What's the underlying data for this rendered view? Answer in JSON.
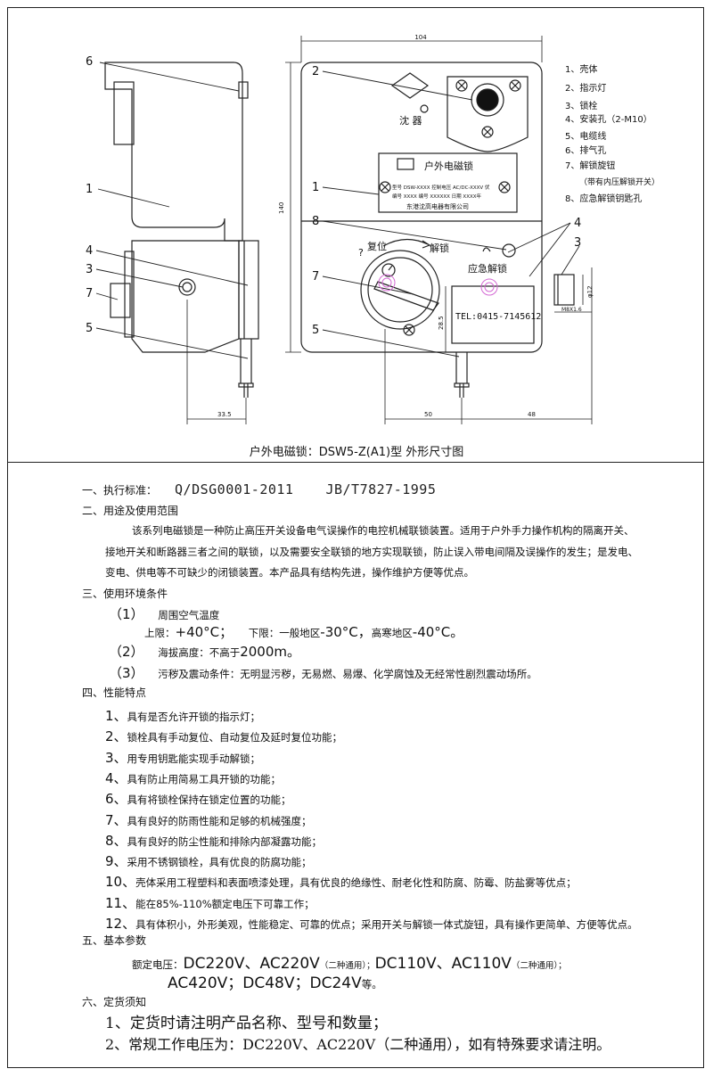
{
  "drawing": {
    "caption": "户外电磁锁：DSW5-Z(A1)型 外形尺寸图",
    "dims": {
      "top_width": "104",
      "height": "140",
      "side_offset": "33.5",
      "bottom_a": "50",
      "bottom_b": "48",
      "small_h": "28.5",
      "phi12": "φ12",
      "thread": "M8X1.6"
    },
    "callouts": [
      "6",
      "2",
      "1",
      "4",
      "3",
      "7",
      "5",
      "1",
      "8",
      "7",
      "5",
      "4",
      "3"
    ],
    "logo_text": "沈  器",
    "nameplate": {
      "title": "户外电磁锁",
      "row1": "型号 DSW-XXXX 控制电压 AC/DC-XXXV 伏",
      "row2": "编号 XXXX 编号 XXXXXX 日期 XXXX年",
      "company": "东港沈高电器有限公司"
    },
    "dial": {
      "reset": "复位",
      "unlock": "解锁",
      "q": "?"
    },
    "emergency": "应急解锁",
    "tel": "TEL:0415-7145612",
    "legend": [
      "1、壳体",
      "2、指示灯",
      "3、锁栓",
      "4、安装孔（2-M10）",
      "5、电缆线",
      "6、排气孔",
      "7、解锁旋钮",
      "（带有内压解锁开关）",
      "8、应急解锁钥匙孔"
    ]
  },
  "spec": {
    "s1_label": "一、执行标准：",
    "s1_std1": "Q/DSG0001-2011",
    "s1_std2": "JB/T7827-1995",
    "s2_label": "二、用途及使用范围",
    "s2_line1": "该系列电磁锁是一种防止高压开关设备电气误操作的电控机械联锁装置。适用于户外手力操作机构的隔离开关、",
    "s2_line2": "接地开关和断路器三者之间的联锁，以及需要安全联锁的地方实现联锁，防止误入带电间隔及误操作的发生；是发电、",
    "s2_line3": "变电、供电等不可缺少的闭锁装置。本产品具有结构先进，操作维护方便等优点。",
    "s3_label": "三、使用环境条件",
    "s3_i1_num": "（1）",
    "s3_i1": "周围空气温度",
    "s3_upper_a": "上限：",
    "s3_upper_b": "+40°C；",
    "s3_lower_a": "下限：一般地区",
    "s3_lower_b": "-30°C，",
    "s3_lower_c": "高寒地区",
    "s3_lower_d": "-40°C。",
    "s3_i2_num": "（2）",
    "s3_i2_a": "海拔高度：不高于",
    "s3_i2_b": "2000m。",
    "s3_i3_num": "（3）",
    "s3_i3": "污秽及震动条件：无明显污秽，无易燃、易爆、化学腐蚀及无经常性剧烈震动场所。",
    "s4_label": "四、性能特点",
    "features": [
      {
        "n": "1、",
        "t": "具有是否允许开锁的指示灯；"
      },
      {
        "n": "2、",
        "t": "锁栓具有手动复位、自动复位及延时复位功能；"
      },
      {
        "n": "3、",
        "t": "用专用钥匙能实现手动解锁；"
      },
      {
        "n": "4、",
        "t": "具有防止用简易工具开锁的功能；"
      },
      {
        "n": "6、",
        "t": "具有将锁栓保持在锁定位置的功能；"
      },
      {
        "n": "7、",
        "t": "具有良好的防雨性能和足够的机械强度；"
      },
      {
        "n": "8、",
        "t": "具有良好的防尘性能和排除内部凝露功能；"
      },
      {
        "n": "9、",
        "t": "采用不锈钢锁栓，具有优良的防腐功能；"
      },
      {
        "n": "10、",
        "t": "壳体采用工程塑料和表面喷漆处理，具有优良的绝缘性、耐老化性和防腐、防霉、防盐雾等优点；"
      },
      {
        "n": "11、",
        "t": "能在85%-110%额定电压下可靠工作；"
      },
      {
        "n": "12、",
        "t": "具有体积小，外形美观，性能稳定、可靠的优点；采用开关与解锁一体式旋钮，具有操作更简单、方便等优点。"
      }
    ],
    "s5_label": "五、基本参数",
    "s5_rated": "额定电压：",
    "s5_v1": "DC220V、AC220V",
    "s5_v1_note": "（二种通用）；",
    "s5_v2": "DC110V、AC110V",
    "s5_v2_note": "（二种通用）；",
    "s5_v3": "AC420V；DC48V；DC24V",
    "s5_v3_end": "等。",
    "s6_label": "六、定货须知",
    "order1": "1、定货时请注明产品名称、型号和数量；",
    "order2": "2、常规工作电压为：DC220V、AC220V（二种通用），如有特殊要求请注明。"
  }
}
